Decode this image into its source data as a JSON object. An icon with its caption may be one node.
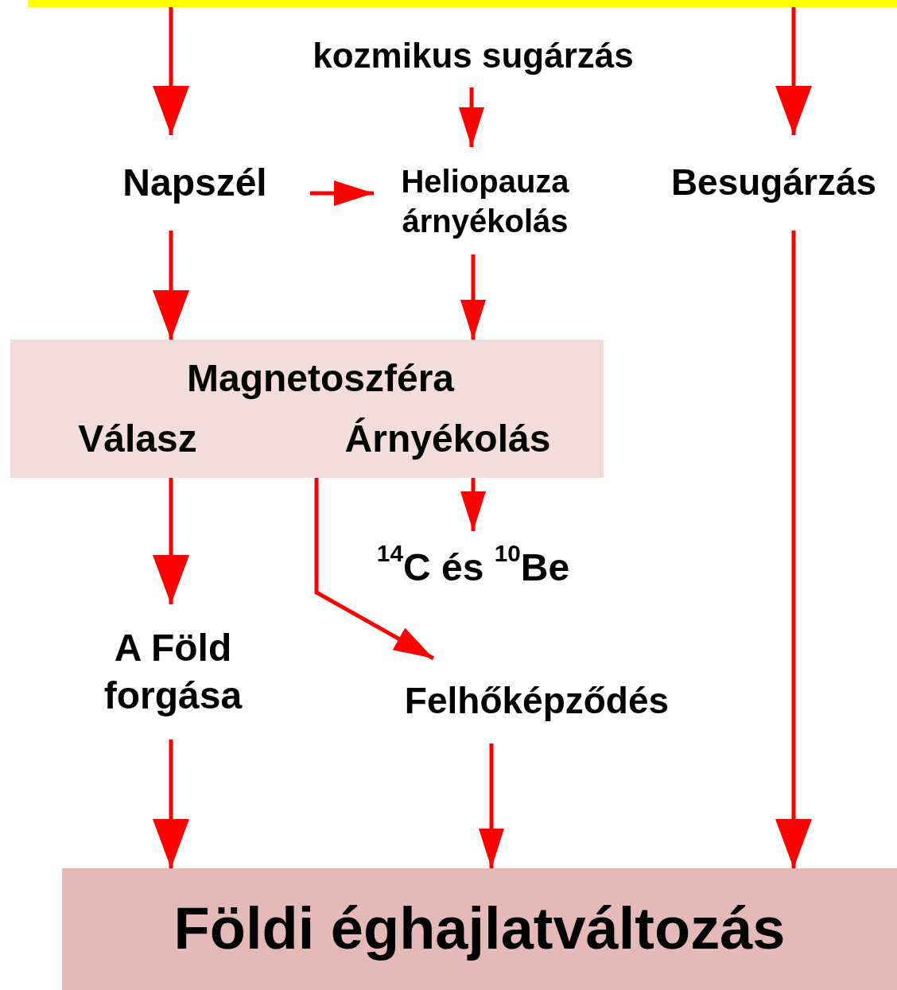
{
  "diagram": {
    "nodes": [
      {
        "text": [],
        "shape": "bar"
      },
      {
        "text": [
          "kozmikus sugárzás"
        ]
      },
      {
        "text": [
          "Napszél"
        ]
      },
      {
        "text": [
          "Heliopauza árnyékolás"
        ]
      },
      {
        "text": [
          "Besugárzás"
        ]
      },
      {
        "text": [
          "Magnetoszféra",
          "Válasz",
          "Árnyékolás"
        ]
      },
      {
        "text": [
          "$^{14}$C és $^{10}$Be"
        ]
      },
      {
        "text": [
          "A Föld forgása"
        ]
      },
      {
        "text": [
          "Felhőképződés"
        ]
      },
      {
        "text": [
          "Földi éghajlatváltozás"
        ]
      }
    ],
    "edges": [
      {
        "from": 0,
        "to": 2,
        "arrow": "to"
      },
      {
        "from": 0,
        "to": 4,
        "arrow": "to"
      },
      {
        "from": 1,
        "to": 3,
        "arrow": "to"
      },
      {
        "from": 2,
        "to": 3,
        "arrow": "to"
      },
      {
        "from": 2,
        "to": 5,
        "arrow": "to"
      },
      {
        "from": 3,
        "to": 5,
        "arrow": "to"
      },
      {
        "from": 4,
        "to": 9,
        "arrow": "to"
      },
      {
        "from": 5,
        "to": 7,
        "arrow": "to"
      },
      {
        "from": 5,
        "to": 6,
        "arrow": "to"
      },
      {
        "from": 5,
        "to": 8,
        "arrow": "to"
      },
      {
        "from": 7,
        "to": 9,
        "arrow": "to"
      },
      {
        "from": 8,
        "to": 9,
        "arrow": "to"
      }
    ]
  }
}
